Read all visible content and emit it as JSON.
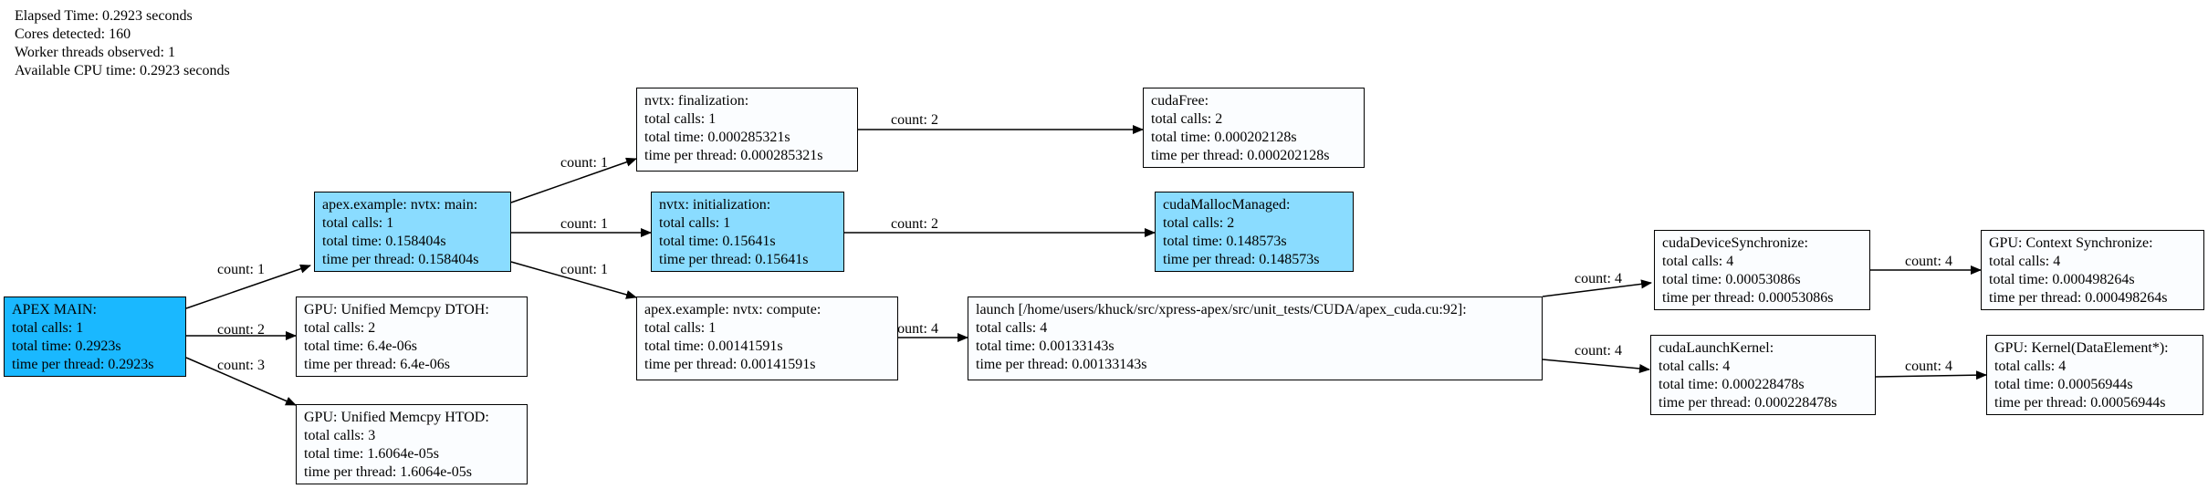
{
  "header": {
    "elapsed": "Elapsed Time: 0.2923 seconds",
    "cores": "Cores detected: 160",
    "workers": "Worker threads observed: 1",
    "cpu": "Available CPU time: 0.2923 seconds"
  },
  "nodes": {
    "apex_main": {
      "title": "APEX MAIN:",
      "calls": "total calls: 1",
      "time": "total time: 0.2923s",
      "per": "time per thread: 0.2923s"
    },
    "nvtx_main": {
      "title": "apex.example: nvtx: main:",
      "calls": "total calls: 1",
      "time": "total time: 0.158404s",
      "per": "time per thread: 0.158404s"
    },
    "dtoh": {
      "title": "GPU: Unified Memcpy DTOH:",
      "calls": "total calls: 2",
      "time": "total time: 6.4e-06s",
      "per": "time per thread: 6.4e-06s"
    },
    "htod": {
      "title": "GPU: Unified Memcpy HTOD:",
      "calls": "total calls: 3",
      "time": "total time: 1.6064e-05s",
      "per": "time per thread: 1.6064e-05s"
    },
    "finalization": {
      "title": "nvtx: finalization:",
      "calls": "total calls: 1",
      "time": "total time: 0.000285321s",
      "per": "time per thread: 0.000285321s"
    },
    "initialization": {
      "title": "nvtx: initialization:",
      "calls": "total calls: 1",
      "time": "total time: 0.15641s",
      "per": "time per thread: 0.15641s"
    },
    "compute": {
      "title": "apex.example: nvtx: compute:",
      "calls": "total calls: 1",
      "time": "total time: 0.00141591s",
      "per": "time per thread: 0.00141591s"
    },
    "cudafree": {
      "title": "cudaFree:",
      "calls": "total calls: 2",
      "time": "total time: 0.000202128s",
      "per": "time per thread: 0.000202128s"
    },
    "mallocmanaged": {
      "title": "cudaMallocManaged:",
      "calls": "total calls: 2",
      "time": "total time: 0.148573s",
      "per": "time per thread: 0.148573s"
    },
    "launch": {
      "title": "launch [/home/users/khuck/src/xpress-apex/src/unit_tests/CUDA/apex_cuda.cu:92]:",
      "calls": "total calls: 4",
      "time": "total time: 0.00133143s",
      "per": "time per thread: 0.00133143s"
    },
    "devsync": {
      "title": "cudaDeviceSynchronize:",
      "calls": "total calls: 4",
      "time": "total time: 0.00053086s",
      "per": "time per thread: 0.00053086s"
    },
    "launchkernel": {
      "title": "cudaLaunchKernel:",
      "calls": "total calls: 4",
      "time": "total time: 0.000228478s",
      "per": "time per thread: 0.000228478s"
    },
    "ctxsync": {
      "title": "GPU: Context Synchronize:",
      "calls": "total calls: 4",
      "time": "total time: 0.000498264s",
      "per": "time per thread: 0.000498264s"
    },
    "kernel": {
      "title": "GPU: Kernel(DataElement*):",
      "calls": "total calls: 4",
      "time": "total time: 0.00056944s",
      "per": "time per thread: 0.00056944s"
    }
  },
  "edges": {
    "main_to_nvtxmain": "count: 1",
    "main_to_dtoh": "count: 2",
    "main_to_htod": "count: 3",
    "nvtxmain_to_final": "count: 1",
    "nvtxmain_to_init": "count: 1",
    "nvtxmain_to_compute": "count: 1",
    "final_to_free": "count: 2",
    "init_to_malloc": "count: 2",
    "compute_to_launch": "count: 4",
    "launch_to_devsync": "count: 4",
    "launch_to_launchkernel": "count: 4",
    "devsync_to_ctx": "count: 4",
    "launchkernel_to_kernel": "count: 4"
  },
  "colors": {
    "root_fill": "#1ab8ff",
    "highlight_fill": "#8adcff",
    "default_fill": "#fbfdff"
  }
}
